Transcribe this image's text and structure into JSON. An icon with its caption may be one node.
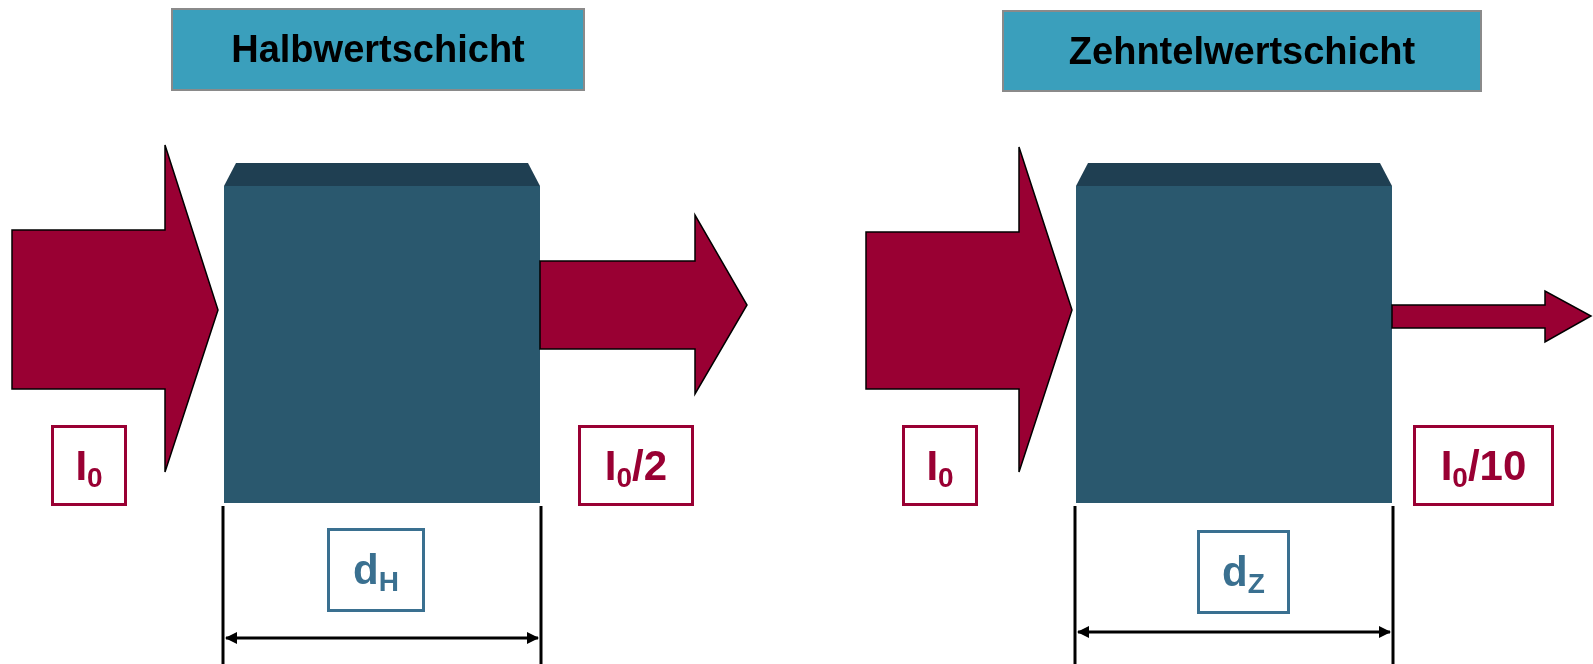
{
  "diagram": {
    "nodes": [
      {
        "text": [
          "Halbwertschicht"
        ]
      },
      {
        "text": [
          "Zehntelwertschicht"
        ]
      },
      {
        "text": [
          "I$_{0}$"
        ]
      },
      {
        "text": [
          "I$_{0}$/2"
        ]
      },
      {
        "text": [
          "I$_{0}$"
        ]
      },
      {
        "text": [
          "I$_{0}$/10"
        ]
      },
      {
        "text": [
          "d$_{H}$"
        ]
      },
      {
        "text": [
          "d$_{Z}$"
        ]
      }
    ]
  }
}
